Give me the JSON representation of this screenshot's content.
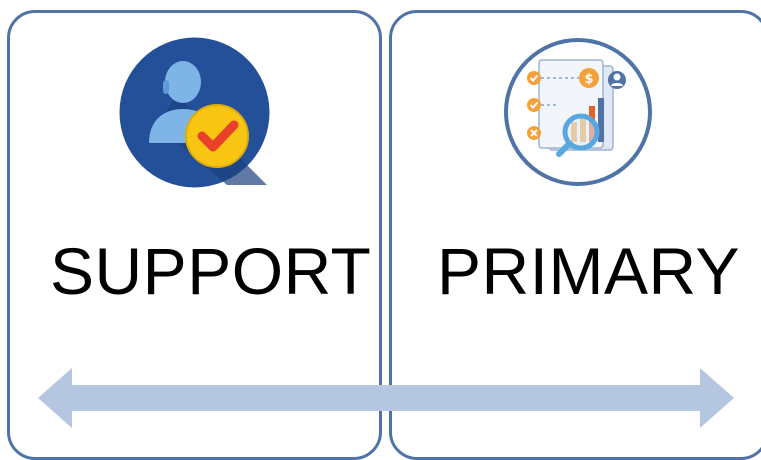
{
  "diagram": {
    "left_panel": {
      "label": "SUPPORT",
      "icon": "person-check-icon"
    },
    "right_panel": {
      "label": "PRIMARY",
      "icon": "financial-report-icon"
    },
    "connector": {
      "type": "double-headed-arrow",
      "color": "#b4c6e0"
    }
  },
  "colors": {
    "panel_border": "#4f73a6",
    "arrow": "#b4c6e0",
    "support_icon_bg": "#24509a",
    "check_badge": "#f7c512",
    "check_mark": "#e8412a",
    "report_icon_ring": "#4f73a6"
  }
}
